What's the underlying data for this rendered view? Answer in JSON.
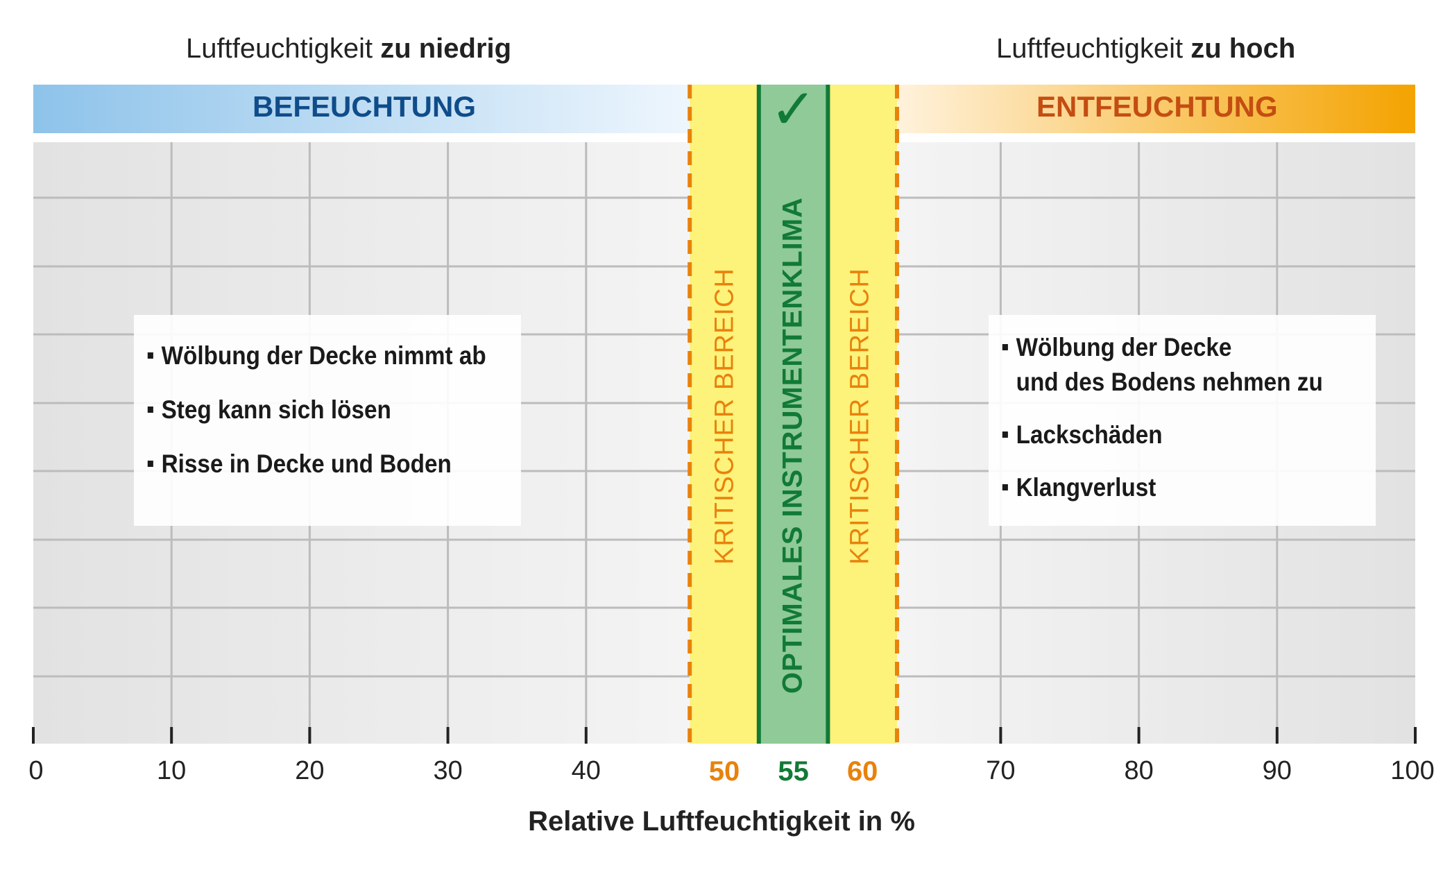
{
  "header": {
    "left_prefix": "Luftfeuchtigkeit ",
    "left_bold": "zu niedrig",
    "right_prefix": "Luftfeuchtigkeit ",
    "right_bold": "zu hoch"
  },
  "bands": {
    "left": "BEFEUCHTUNG",
    "right": "ENTFEUCHTUNG",
    "critical_left": "KRITISCHER BEREICH",
    "optimal": "OPTIMALES INSTRUMENTENKLIMA",
    "critical_right": "KRITISCHER BEREICH",
    "check": "✓"
  },
  "boxes": {
    "left": [
      {
        "lines": [
          "Wölbung der Decke nimmt ab"
        ]
      },
      {
        "lines": [
          "Steg kann sich lösen"
        ]
      },
      {
        "lines": [
          "Risse in Decke und Boden"
        ]
      }
    ],
    "right": [
      {
        "lines": [
          "Wölbung der Decke",
          "und des Bodens nehmen zu"
        ]
      },
      {
        "lines": [
          "Lackschäden"
        ]
      },
      {
        "lines": [
          "Klangverlust"
        ]
      }
    ]
  },
  "colors": {
    "befeuchtung_text": "#0f4c8a",
    "entfeuchtung_text": "#c44d12",
    "critical": "#e8820c",
    "optimal": "#117a36",
    "critical_fill": "#fdf27a",
    "optimal_fill": "#8fca98",
    "blue_start": "#8ec3ea",
    "orange_end": "#f4a300"
  },
  "chart_data": {
    "type": "bar",
    "xlabel": "Relative Luftfeuchtigkeit in %",
    "xlim": [
      0,
      100
    ],
    "ticks": [
      {
        "value": 0,
        "label": "0",
        "style": "normal"
      },
      {
        "value": 10,
        "label": "10",
        "style": "normal"
      },
      {
        "value": 20,
        "label": "20",
        "style": "normal"
      },
      {
        "value": 30,
        "label": "30",
        "style": "normal"
      },
      {
        "value": 40,
        "label": "40",
        "style": "normal"
      },
      {
        "value": 50,
        "label": "50",
        "style": "critical"
      },
      {
        "value": 55,
        "label": "55",
        "style": "optimal"
      },
      {
        "value": 60,
        "label": "60",
        "style": "critical"
      },
      {
        "value": 70,
        "label": "70",
        "style": "normal"
      },
      {
        "value": 80,
        "label": "80",
        "style": "normal"
      },
      {
        "value": 90,
        "label": "90",
        "style": "normal"
      },
      {
        "value": 100,
        "label": "100",
        "style": "normal"
      }
    ],
    "ranges": [
      {
        "name": "BEFEUCHTUNG",
        "from": 0,
        "to": 47.5
      },
      {
        "name": "KRITISCHER BEREICH",
        "from": 47.5,
        "to": 52.5
      },
      {
        "name": "OPTIMALES INSTRUMENTENKLIMA",
        "from": 52.5,
        "to": 57.5
      },
      {
        "name": "KRITISCHER BEREICH",
        "from": 57.5,
        "to": 62.5
      },
      {
        "name": "ENTFEUCHTUNG",
        "from": 62.5,
        "to": 100
      }
    ],
    "grid": true
  }
}
